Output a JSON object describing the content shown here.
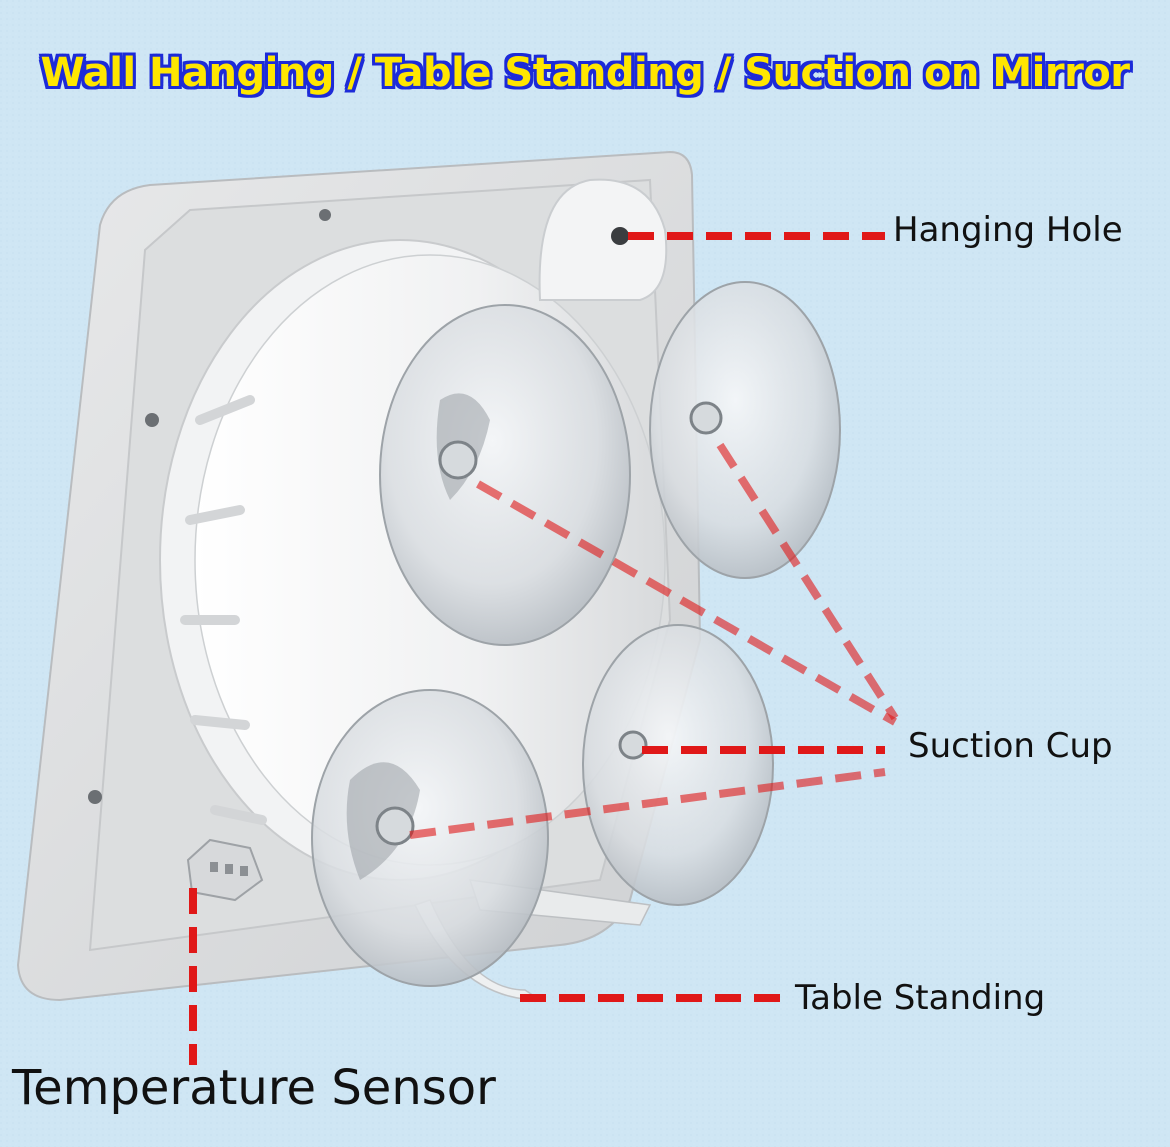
{
  "headline": "Wall Hanging / Table Standing / Suction on Mirror",
  "callouts": {
    "hanging_hole": "Hanging Hole",
    "suction_cup": "Suction Cup",
    "table_standing": "Table Standing",
    "temperature_sensor": "Temperature Sensor"
  },
  "colors": {
    "background": "#cfe6f4",
    "headline_fill": "#ffe600",
    "headline_outline": "#1d2bd8",
    "leader_line": "#e01818"
  }
}
